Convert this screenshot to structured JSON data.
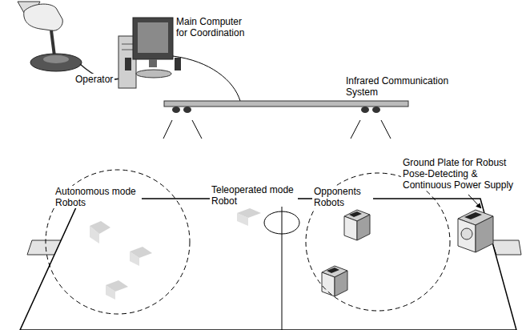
{
  "diagram": {
    "nodes": [
      {
        "text": [
          "Autonomous mode Robots"
        ]
      },
      {
        "text": [
          "Opponents Robots"
        ]
      }
    ],
    "labels": [
      "Main Computer for Coordination",
      "Infrared Communication System",
      "Operator",
      "Teleoperated mode Robot",
      "Ground Plate for Robust Pose-Detecting & Continuous Power Supply"
    ]
  }
}
